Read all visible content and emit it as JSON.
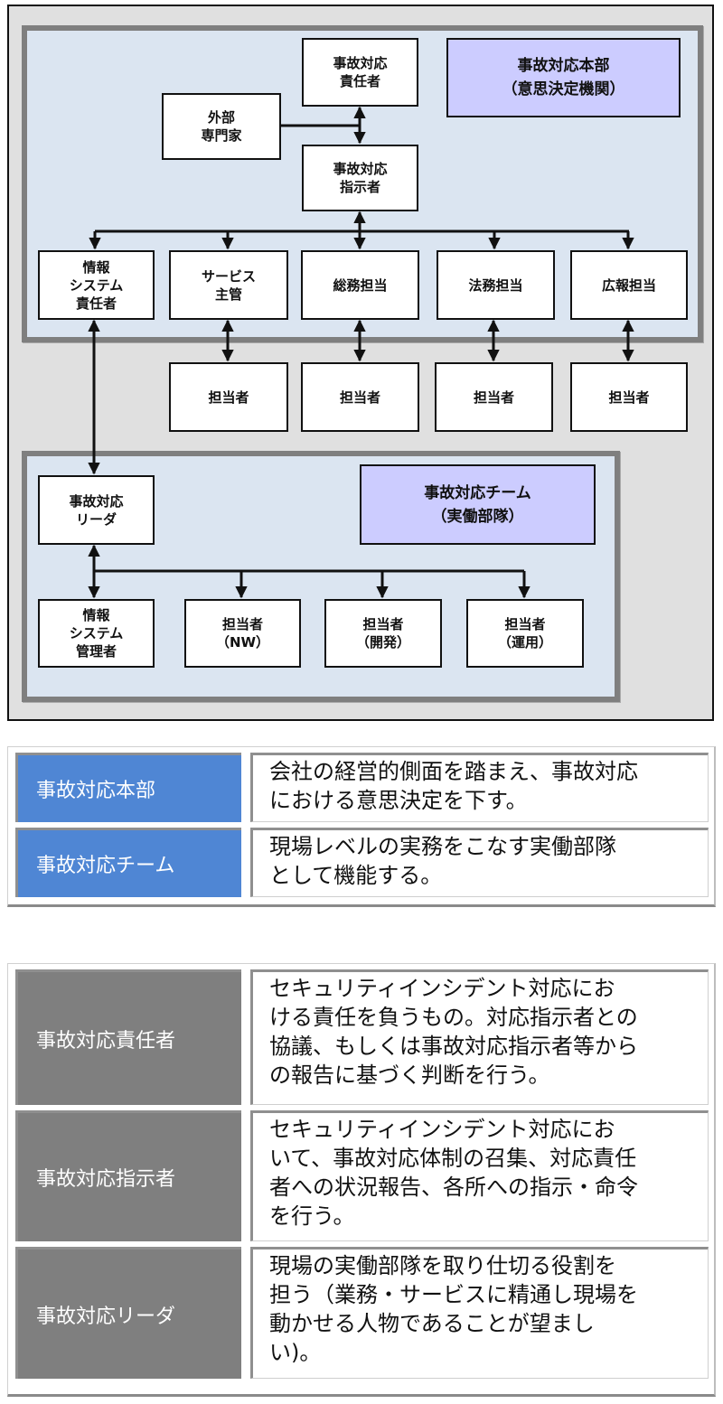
{
  "diagram": {
    "headquarters_group": {
      "label": "事故対応本部\n（意思決定機関）",
      "nodes": {
        "responsible": "事故対応\n責任者",
        "external_expert": "外部\n専門家",
        "director": "事故対応\n指示者",
        "info_system_manager": "情報\nシステム\n責任者",
        "service_manager": "サービス\n主管",
        "general_affairs": "総務担当",
        "legal": "法務担当",
        "public_relations": "広報担当"
      }
    },
    "staff_row": [
      "担当者",
      "担当者",
      "担当者",
      "担当者"
    ],
    "team_group": {
      "label": "事故対応チーム\n（実働部隊）",
      "nodes": {
        "leader": "事故対応\nリーダ",
        "info_system_admin": "情報\nシステム\n管理者",
        "staff_nw": "担当者\n（NW）",
        "staff_dev": "担当者\n（開発）",
        "staff_ops": "担当者\n（運用）"
      }
    },
    "colors": {
      "frame_bg": "#e0e0e0",
      "group_bg": "#dbe5f1",
      "group_border": "#7f7f7f",
      "label_box_bg": "#ccccff"
    }
  },
  "table_organizations": {
    "rows": [
      {
        "term": "事故対応本部",
        "description": "会社の経営的側面を踏まえ、事故対応\nにおける意思決定を下す。"
      },
      {
        "term": "事故対応チーム",
        "description": "現場レベルの実務をこなす実働部隊\nとして機能する。"
      }
    ],
    "header_color": "#4f86d4"
  },
  "table_roles": {
    "rows": [
      {
        "term": "事故対応責任者",
        "description": "セキュリティインシデント対応にお\nける責任を負うもの。対応指示者との\n協議、もしくは事故対応指示者等から\nの報告に基づく判断を行う。"
      },
      {
        "term": "事故対応指示者",
        "description": "セキュリティインシデント対応にお\nいて、事故対応体制の召集、対応責任\n者への状況報告、各所への指示・命令\nを行う。"
      },
      {
        "term": "事故対応リーダ",
        "description": "現場の実働部隊を取り仕切る役割を\n担う（業務・サービスに精通し現場を\n動かせる人物であることが望まし\nい)。"
      }
    ],
    "header_color": "#7f7f7f"
  }
}
